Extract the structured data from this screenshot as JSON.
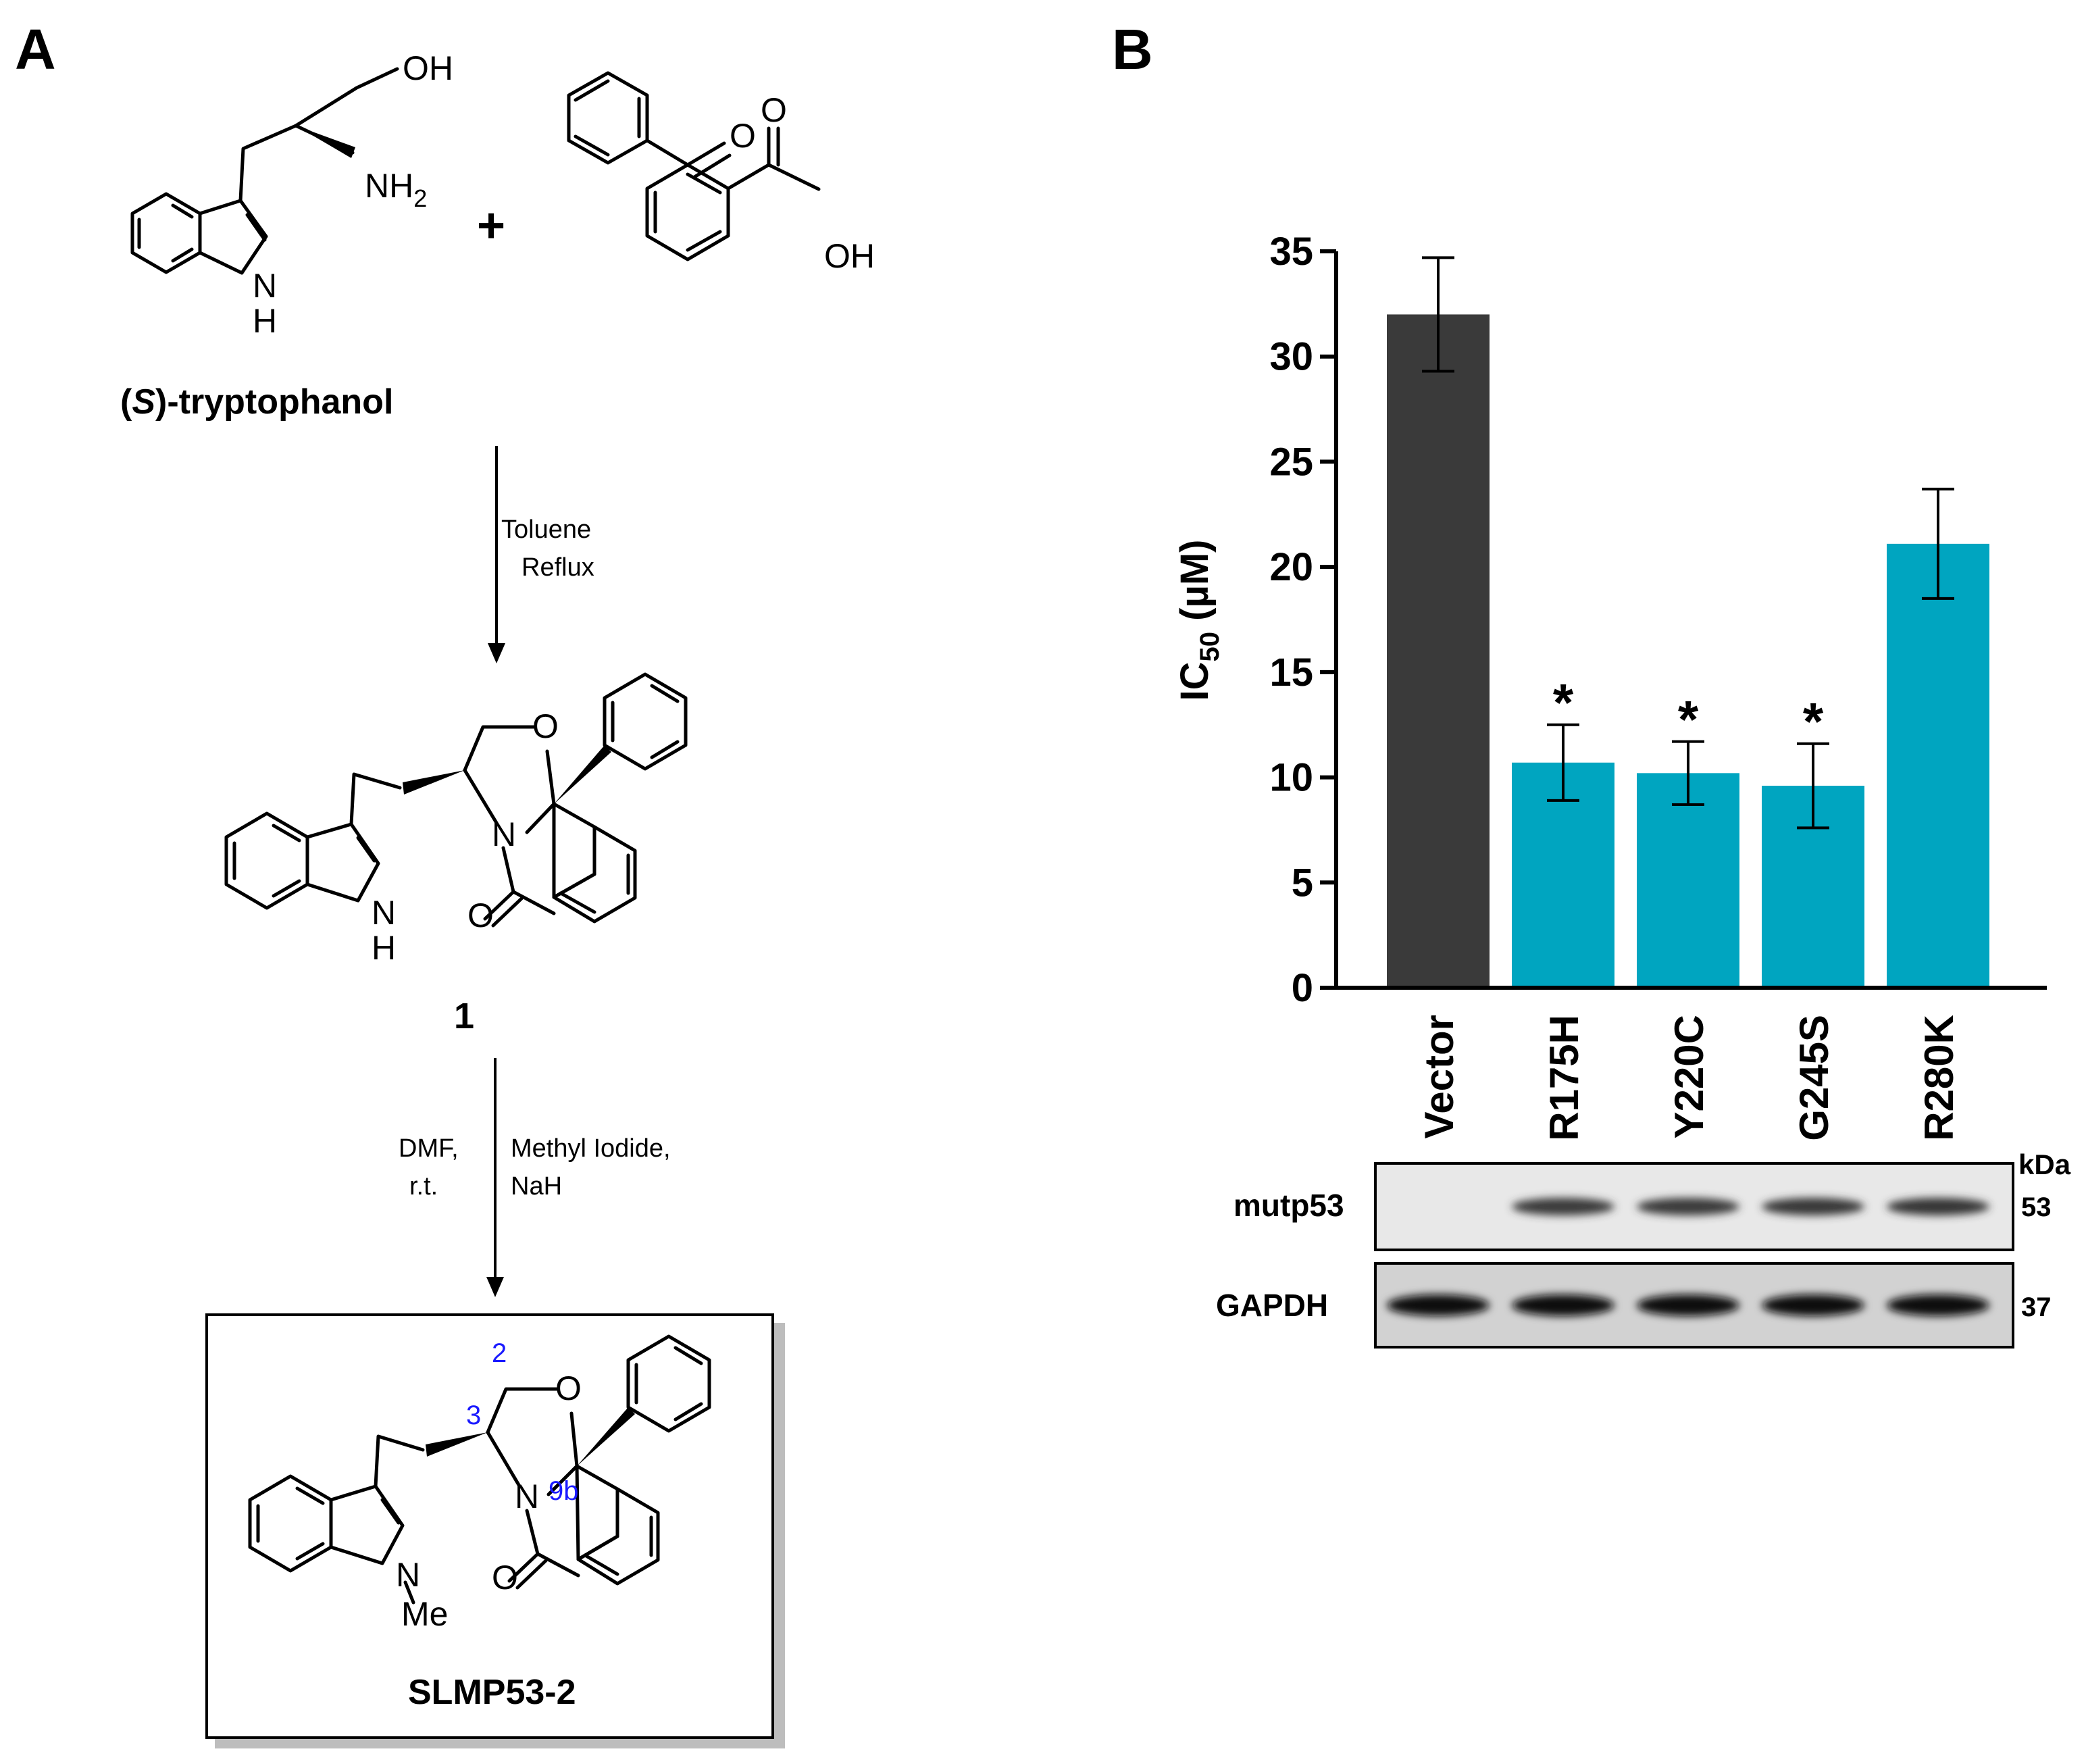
{
  "panels": {
    "a": {
      "letter": "A",
      "reactant1": {
        "oh": "OH",
        "nh2_main": "NH",
        "nh2_sub": "2",
        "nh": "H",
        "name_open": "(",
        "name_italic": "S",
        "name_rest": ")-tryptophanol"
      },
      "plus": "+",
      "reactant2": {
        "ketone_o": "O",
        "acid_o": "O",
        "acid_oh": "OH"
      },
      "step1": {
        "line1": "Toluene",
        "line2": "Reflux"
      },
      "compound1": {
        "o_ring": "O",
        "n_ring": "N",
        "carbonyl_o": "O",
        "nh": "H",
        "n_indole": "N",
        "label": "1"
      },
      "step2": {
        "left1": "DMF,",
        "left2": "r.t.",
        "right1": "Methyl Iodide,",
        "right2": "NaH"
      },
      "product": {
        "o_ring": "O",
        "n_ring": "N",
        "carbonyl_o": "O",
        "n_indole": "N",
        "me": "Me",
        "pos2": "2",
        "pos3": "3",
        "pos9b": "9b",
        "name": "SLMP53-2"
      }
    },
    "b": {
      "letter": "B"
    }
  },
  "chart_data": {
    "type": "bar",
    "categories": [
      "Vector",
      "R175H",
      "Y220C",
      "G245S",
      "R280K"
    ],
    "values": [
      32.0,
      10.7,
      10.2,
      9.6,
      21.1
    ],
    "errors": [
      2.7,
      1.8,
      1.5,
      2.0,
      2.6
    ],
    "significance": [
      "",
      "*",
      "*",
      "*",
      ""
    ],
    "colors": [
      "#3a3a3a",
      "#00a5c0",
      "#00a5c0",
      "#00a5c0",
      "#00a5c0"
    ],
    "ylabel_main": "IC",
    "ylabel_sub": "50",
    "ylabel_unit": " (µM)",
    "ylim": [
      0,
      35
    ],
    "yticks": [
      0,
      5,
      10,
      15,
      20,
      25,
      30,
      35
    ],
    "xlabel": "",
    "grid": false
  },
  "blot": {
    "unit": "kDa",
    "rows": [
      {
        "name": "mutp53",
        "kda": "53",
        "band_intensity": [
          0,
          0.8,
          0.8,
          0.85,
          0.9
        ]
      },
      {
        "name": "GAPDH",
        "kda": "37",
        "band_intensity": [
          1,
          1,
          1,
          1,
          1
        ]
      }
    ]
  }
}
